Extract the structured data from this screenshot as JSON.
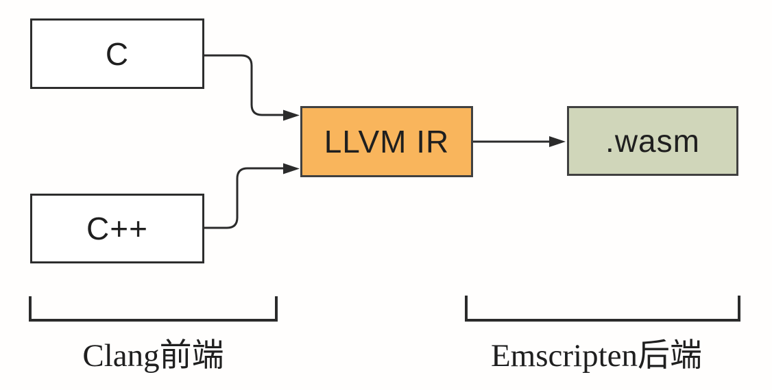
{
  "nodes": {
    "c": {
      "label": "C",
      "fill": "#ffffff",
      "border": "#2d2d2d"
    },
    "cpp": {
      "label": "C++",
      "fill": "#ffffff",
      "border": "#2d2d2d"
    },
    "llvm_ir": {
      "label": "LLVM IR",
      "fill": "#f9b55c",
      "border": "#404040"
    },
    "wasm": {
      "label": ".wasm",
      "fill": "#d0d6ba",
      "border": "#404040"
    }
  },
  "edges": [
    {
      "from": "C",
      "to": "LLVM IR"
    },
    {
      "from": "C++",
      "to": "LLVM IR"
    },
    {
      "from": "LLVM IR",
      "to": ".wasm"
    }
  ],
  "captions": {
    "clang_frontend": "Clang前端",
    "emscripten_backend": "Emscripten后端"
  },
  "colors": {
    "connector": "#2b2b2b",
    "bracket": "#2b2b2b",
    "label_text": "#1f1f1f"
  }
}
